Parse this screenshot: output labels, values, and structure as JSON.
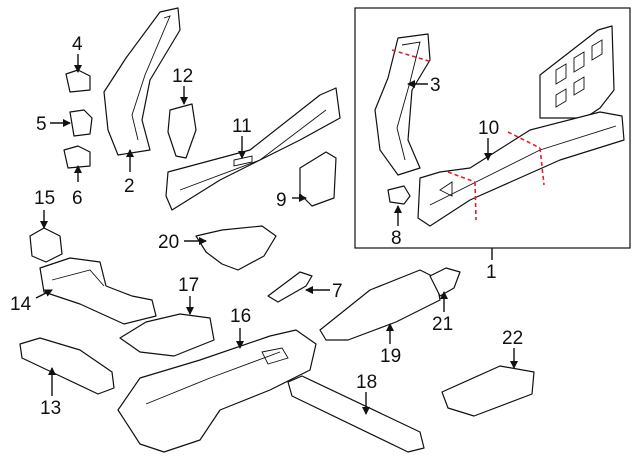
{
  "diagram": {
    "callouts": {
      "c1": "1",
      "c2": "2",
      "c3": "3",
      "c4": "4",
      "c5": "5",
      "c6": "6",
      "c7": "7",
      "c8": "8",
      "c9": "9",
      "c10": "10",
      "c11": "11",
      "c12": "12",
      "c13": "13",
      "c14": "14",
      "c15": "15",
      "c16": "16",
      "c17": "17",
      "c18": "18",
      "c19": "19",
      "c20": "20",
      "c21": "21",
      "c22": "22"
    },
    "colors": {
      "line": "#111111",
      "cut_line": "#e0202a",
      "background": "#ffffff"
    }
  }
}
